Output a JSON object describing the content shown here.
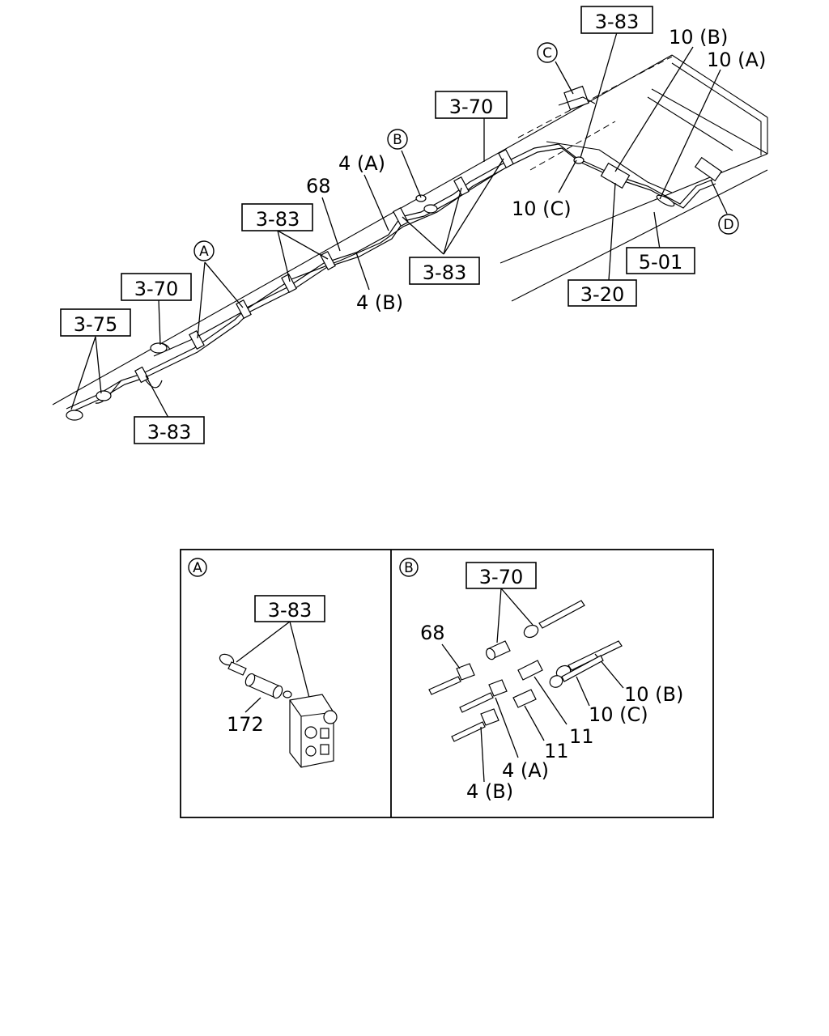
{
  "main_view": {
    "boxed_refs": {
      "r383_top": "3-83",
      "r370_top": "3-70",
      "r383_mid": "3-83",
      "r383_center": "3-83",
      "r370_left": "3-70",
      "r375": "3-75",
      "r383_bottom": "3-83",
      "r501": "5-01",
      "r320": "3-20"
    },
    "part_labels": {
      "p10b": "10 (B)",
      "p10a": "10 (A)",
      "p10c": "10 (C)",
      "p4a": "4 (A)",
      "p68": "68",
      "p4b": "4 (B)"
    },
    "callouts": {
      "a": "A",
      "b": "B",
      "c": "C",
      "d": "D"
    }
  },
  "detail_a": {
    "callout": "A",
    "ref": "3-83",
    "part_172": "172"
  },
  "detail_b": {
    "callout": "B",
    "ref": "3-70",
    "p68": "68",
    "p10b": "10 (B)",
    "p10c": "10 (C)",
    "p11_upper": "11",
    "p11_lower": "11",
    "p4a": "4 (A)",
    "p4b": "4 (B)"
  }
}
